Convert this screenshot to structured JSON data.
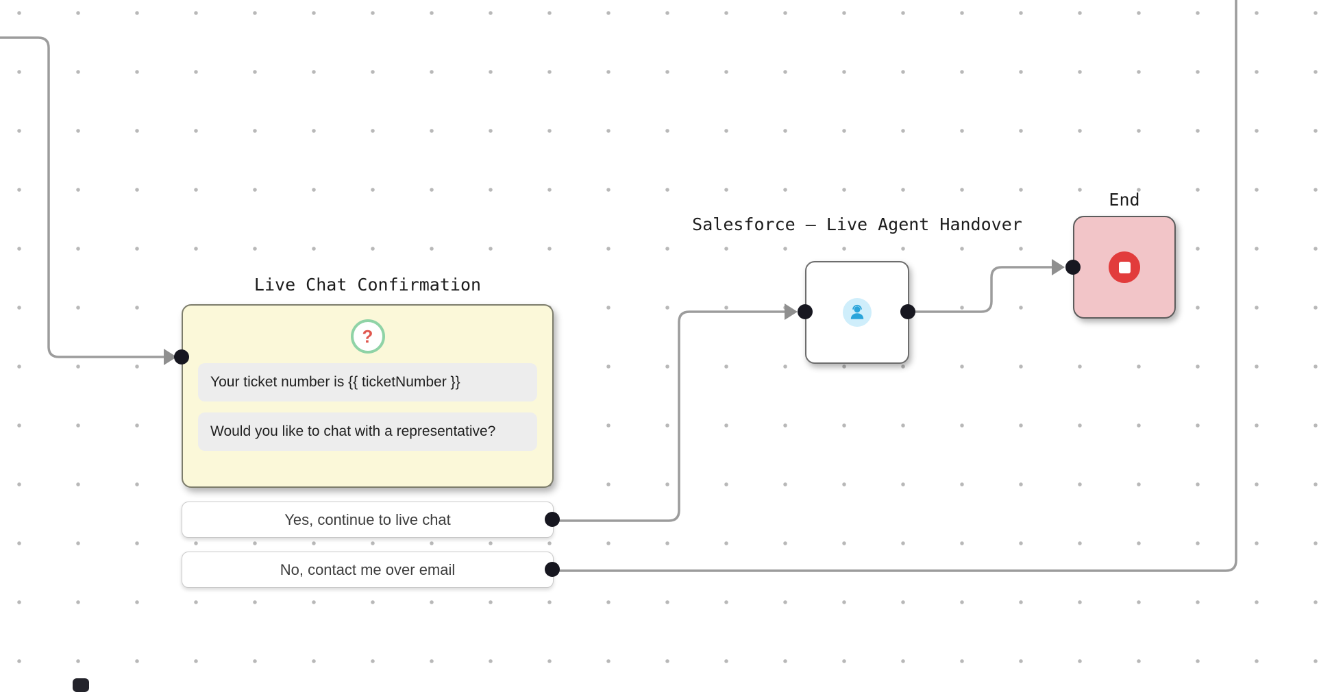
{
  "nodes": {
    "live_chat": {
      "title": "Live Chat Confirmation",
      "question_glyph": "?",
      "messages": [
        "Your ticket number is {{ ticketNumber }}",
        "Would you like to chat with a representative?"
      ],
      "buttons": [
        {
          "label": "Yes, continue to live chat"
        },
        {
          "label": "No, contact me over email"
        }
      ]
    },
    "salesforce": {
      "title": "Salesforce — Live Agent Handover"
    },
    "end": {
      "title": "End"
    }
  },
  "edges": [
    {
      "from": "offscreen-left",
      "to": "live-chat-confirmation"
    },
    {
      "from": "live-chat-confirmation.yes",
      "to": "salesforce-live-agent-handover"
    },
    {
      "from": "salesforce-live-agent-handover",
      "to": "end"
    },
    {
      "from": "live-chat-confirmation.no",
      "to": "offscreen-top-right"
    }
  ],
  "colors": {
    "edge": "#9c9c9c",
    "port": "#171720",
    "question_node_bg": "#fbf8d9",
    "bubble_bg": "#ededed",
    "question_ring": "#8fd3a6",
    "question_mark": "#e0564e",
    "agent_icon_bg": "#cfeefb",
    "agent_icon": "#2aa4da",
    "end_node_bg": "#f2c5c8",
    "end_stop": "#e23c3c"
  }
}
